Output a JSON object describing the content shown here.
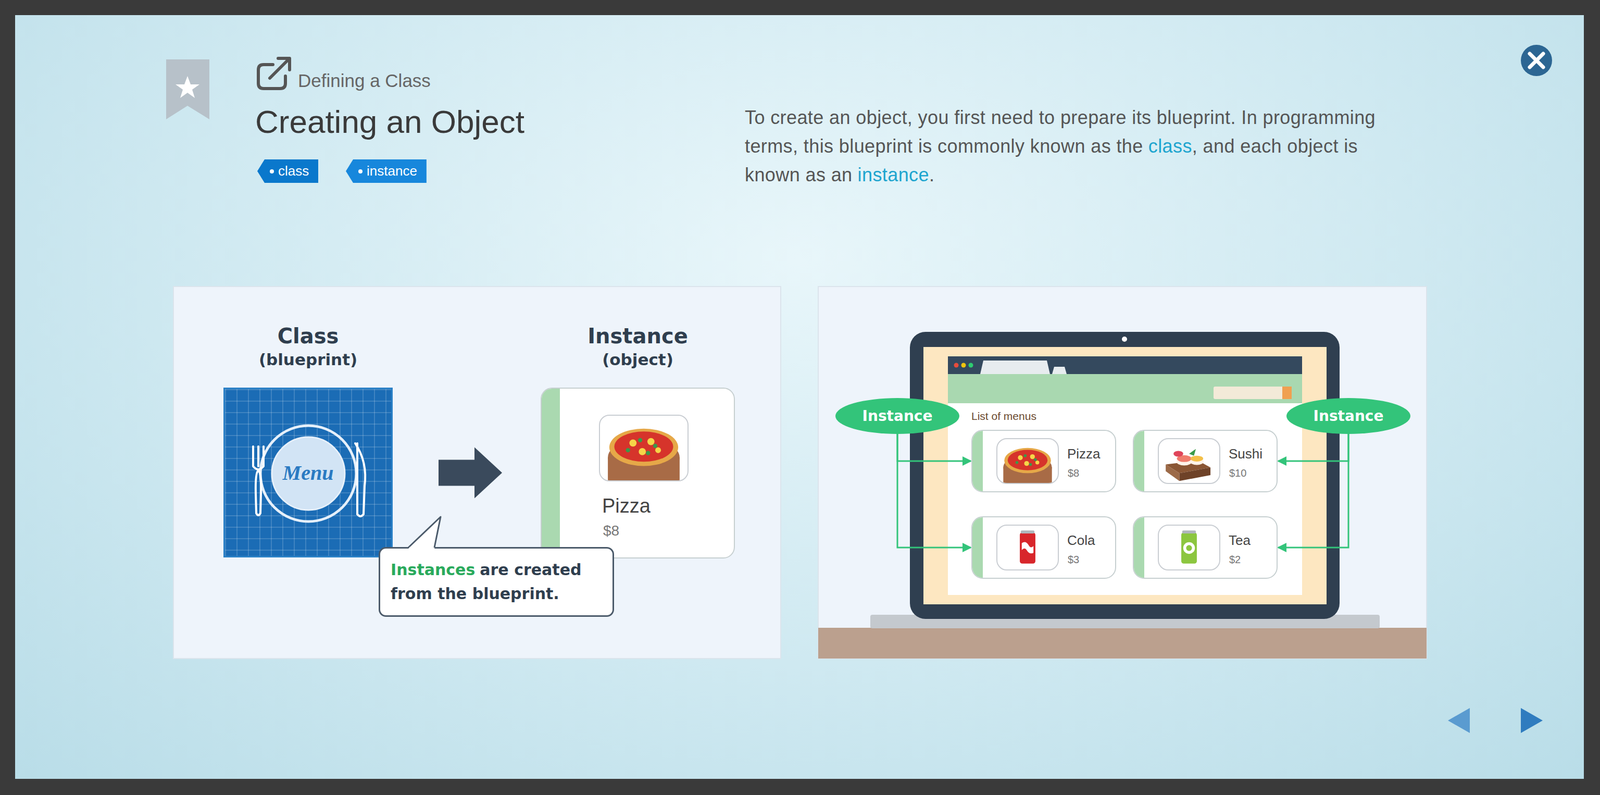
{
  "diagram": {
    "title": "Creating an Object",
    "nodes": [
      {
        "text": [
          "class"
        ]
      },
      {
        "text": [
          "instance"
        ]
      },
      {
        "text": [
          "Class",
          "(blueprint)",
          "Menu"
        ]
      },
      {
        "text": [
          "Instance",
          "(object)",
          "Pizza",
          "$8"
        ]
      },
      {
        "text": [
          "Instances",
          "are created from the blueprint."
        ]
      },
      {
        "text": [
          "Instance"
        ]
      },
      {
        "text": [
          "Instance"
        ]
      },
      {
        "text": [
          "Pizza",
          "$8"
        ]
      },
      {
        "text": [
          "Sushi",
          "$10"
        ]
      },
      {
        "text": [
          "Cola",
          "$3"
        ]
      },
      {
        "text": [
          "Tea",
          "$2"
        ]
      }
    ],
    "edges": [
      {
        "from": 2,
        "to": 3,
        "arrow": "to"
      },
      {
        "from": 5,
        "to": 7,
        "arrow": "to"
      },
      {
        "from": 5,
        "to": 9,
        "arrow": "to"
      },
      {
        "from": 6,
        "to": 8,
        "arrow": "to"
      },
      {
        "from": 6,
        "to": 10,
        "arrow": "to"
      }
    ],
    "labels": [
      "Defining a Class",
      "To create an object, you first need to prepare its blueprint. In programming terms, this blueprint is commonly known as the",
      "class",
      ", and each object is known as an",
      "instance",
      ".",
      "List of menus"
    ]
  }
}
